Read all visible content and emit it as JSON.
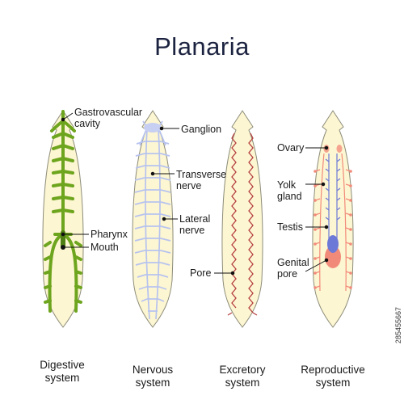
{
  "title": "Planaria",
  "labels": {
    "gastrovascular": "Gastrovascular\ncavity",
    "pharynx": "Pharynx",
    "mouth": "Mouth",
    "ganglion": "Ganglion",
    "transverse": "Transverse\nnerve",
    "lateral": "Lateral\nnerve",
    "pore": "Pore",
    "ovary": "Ovary",
    "yolk": "Yolk\ngland",
    "testis": "Testis",
    "genital": "Genital\npore"
  },
  "captions": {
    "digestive": "Digestive\nsystem",
    "nervous": "Nervous\nsystem",
    "excretory": "Excretory\nsystem",
    "reproductive": "Reproductive\nsystem"
  },
  "watermark": "285455667",
  "colors": {
    "body": "#fdf6d2",
    "outline": "#8c8c7a",
    "digestive": "#6ea51e",
    "nerve": "#b7c3ef",
    "excretory": "#b54040",
    "ovary": "#f4a48f",
    "testis": "#6d79d6",
    "genital": "#f28a7a"
  }
}
